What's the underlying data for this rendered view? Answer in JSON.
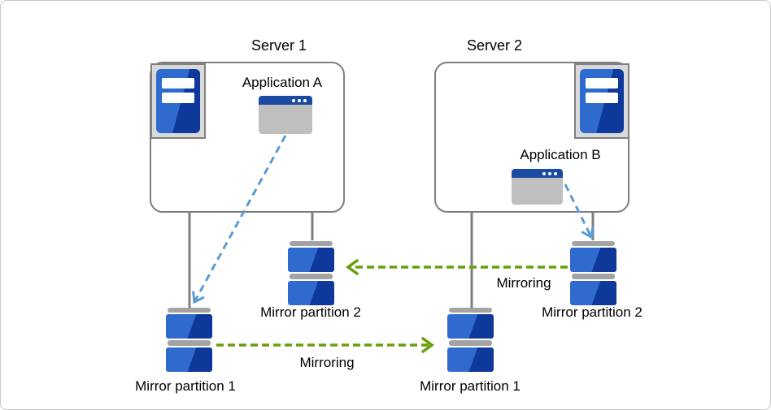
{
  "servers": [
    {
      "title": "Server 1",
      "app": "Application A"
    },
    {
      "title": "Server 2",
      "app": "Application B"
    }
  ],
  "partitions": {
    "server1_data": "Mirror partition 1",
    "server1_mirror": "Mirror partition 2",
    "server2_data": "Mirror partition 1",
    "server2_mirror": "Mirror partition 2"
  },
  "mirroring": {
    "bottom_label": "Mirroring",
    "top_label": "Mirroring"
  },
  "colors": {
    "box_border_gray": "#7f7f7f",
    "connector_gray": "#7f7f7f",
    "disk_light_blue": "#2f6bce",
    "disk_dark_blue": "#0e3899",
    "disk_cap_gray": "#a3a3a3",
    "app_titlebar_blue": "#1b4aa2",
    "app_body_gray": "#bfbfbf",
    "server_frame_gray": "#d9d9d9",
    "mirroring_arrow_green": "#67a00a",
    "app_arrow_blue": "#5b9bd5"
  },
  "icons": {
    "server": "server-tower-icon",
    "application": "app-window-icon",
    "partition": "disk-stack-icon"
  }
}
